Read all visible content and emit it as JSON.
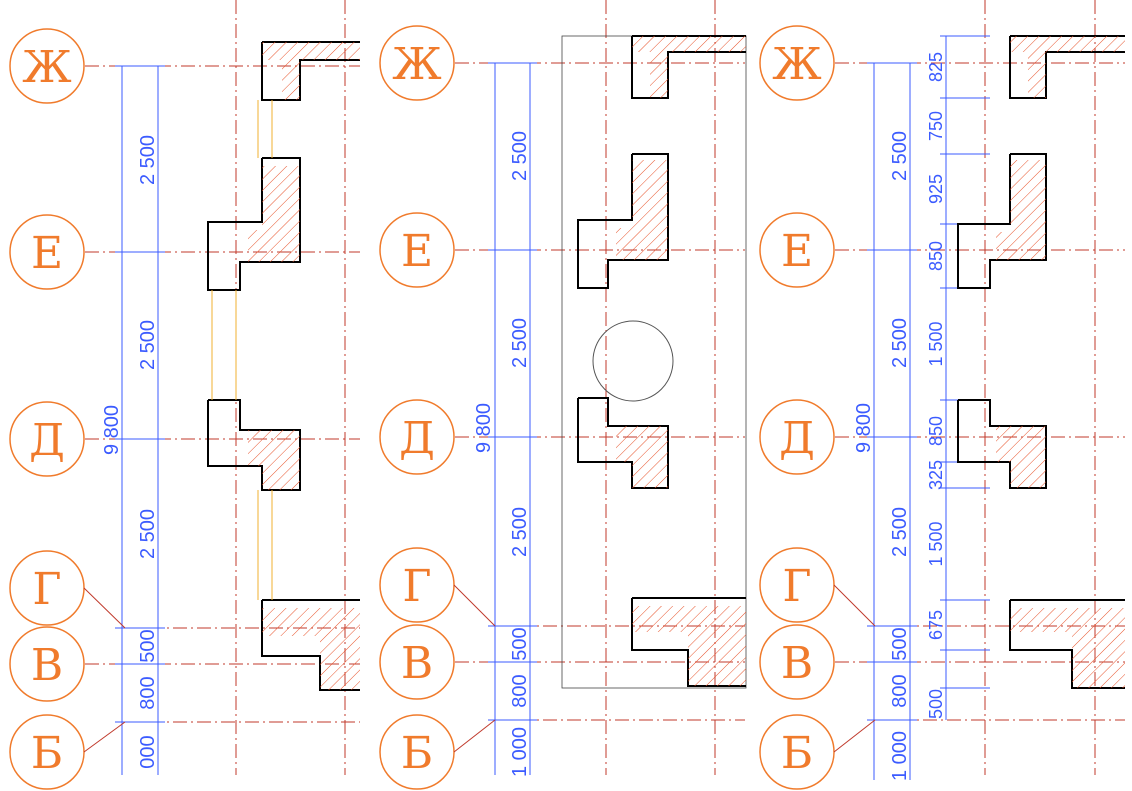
{
  "axes": [
    "Ж",
    "Е",
    "Д",
    "Г",
    "В",
    "Б"
  ],
  "panels": [
    {
      "name": "left",
      "total": "9 800",
      "dims": [
        "2 500",
        "2 500",
        "2 500",
        "500",
        "800",
        "000"
      ]
    },
    {
      "name": "middle",
      "total": "9 800",
      "dims": [
        "2 500",
        "2 500",
        "2 500",
        "500",
        "800",
        "1 000"
      ]
    },
    {
      "name": "right",
      "total": "9 800",
      "dims": [
        "2 500",
        "2 500",
        "2 500",
        "500",
        "800",
        "1 000"
      ],
      "sub_dims": [
        "825",
        "750",
        "925",
        "850",
        "1 500",
        "850",
        "325",
        "1 500",
        "675",
        "500"
      ]
    }
  ],
  "colors": {
    "axis": "#f07b2c",
    "axis_line": "#c0392b",
    "dimension": "#3b5bff",
    "wall": "#000000",
    "hatch": "#e8542c",
    "insulation": "#f0b030"
  }
}
